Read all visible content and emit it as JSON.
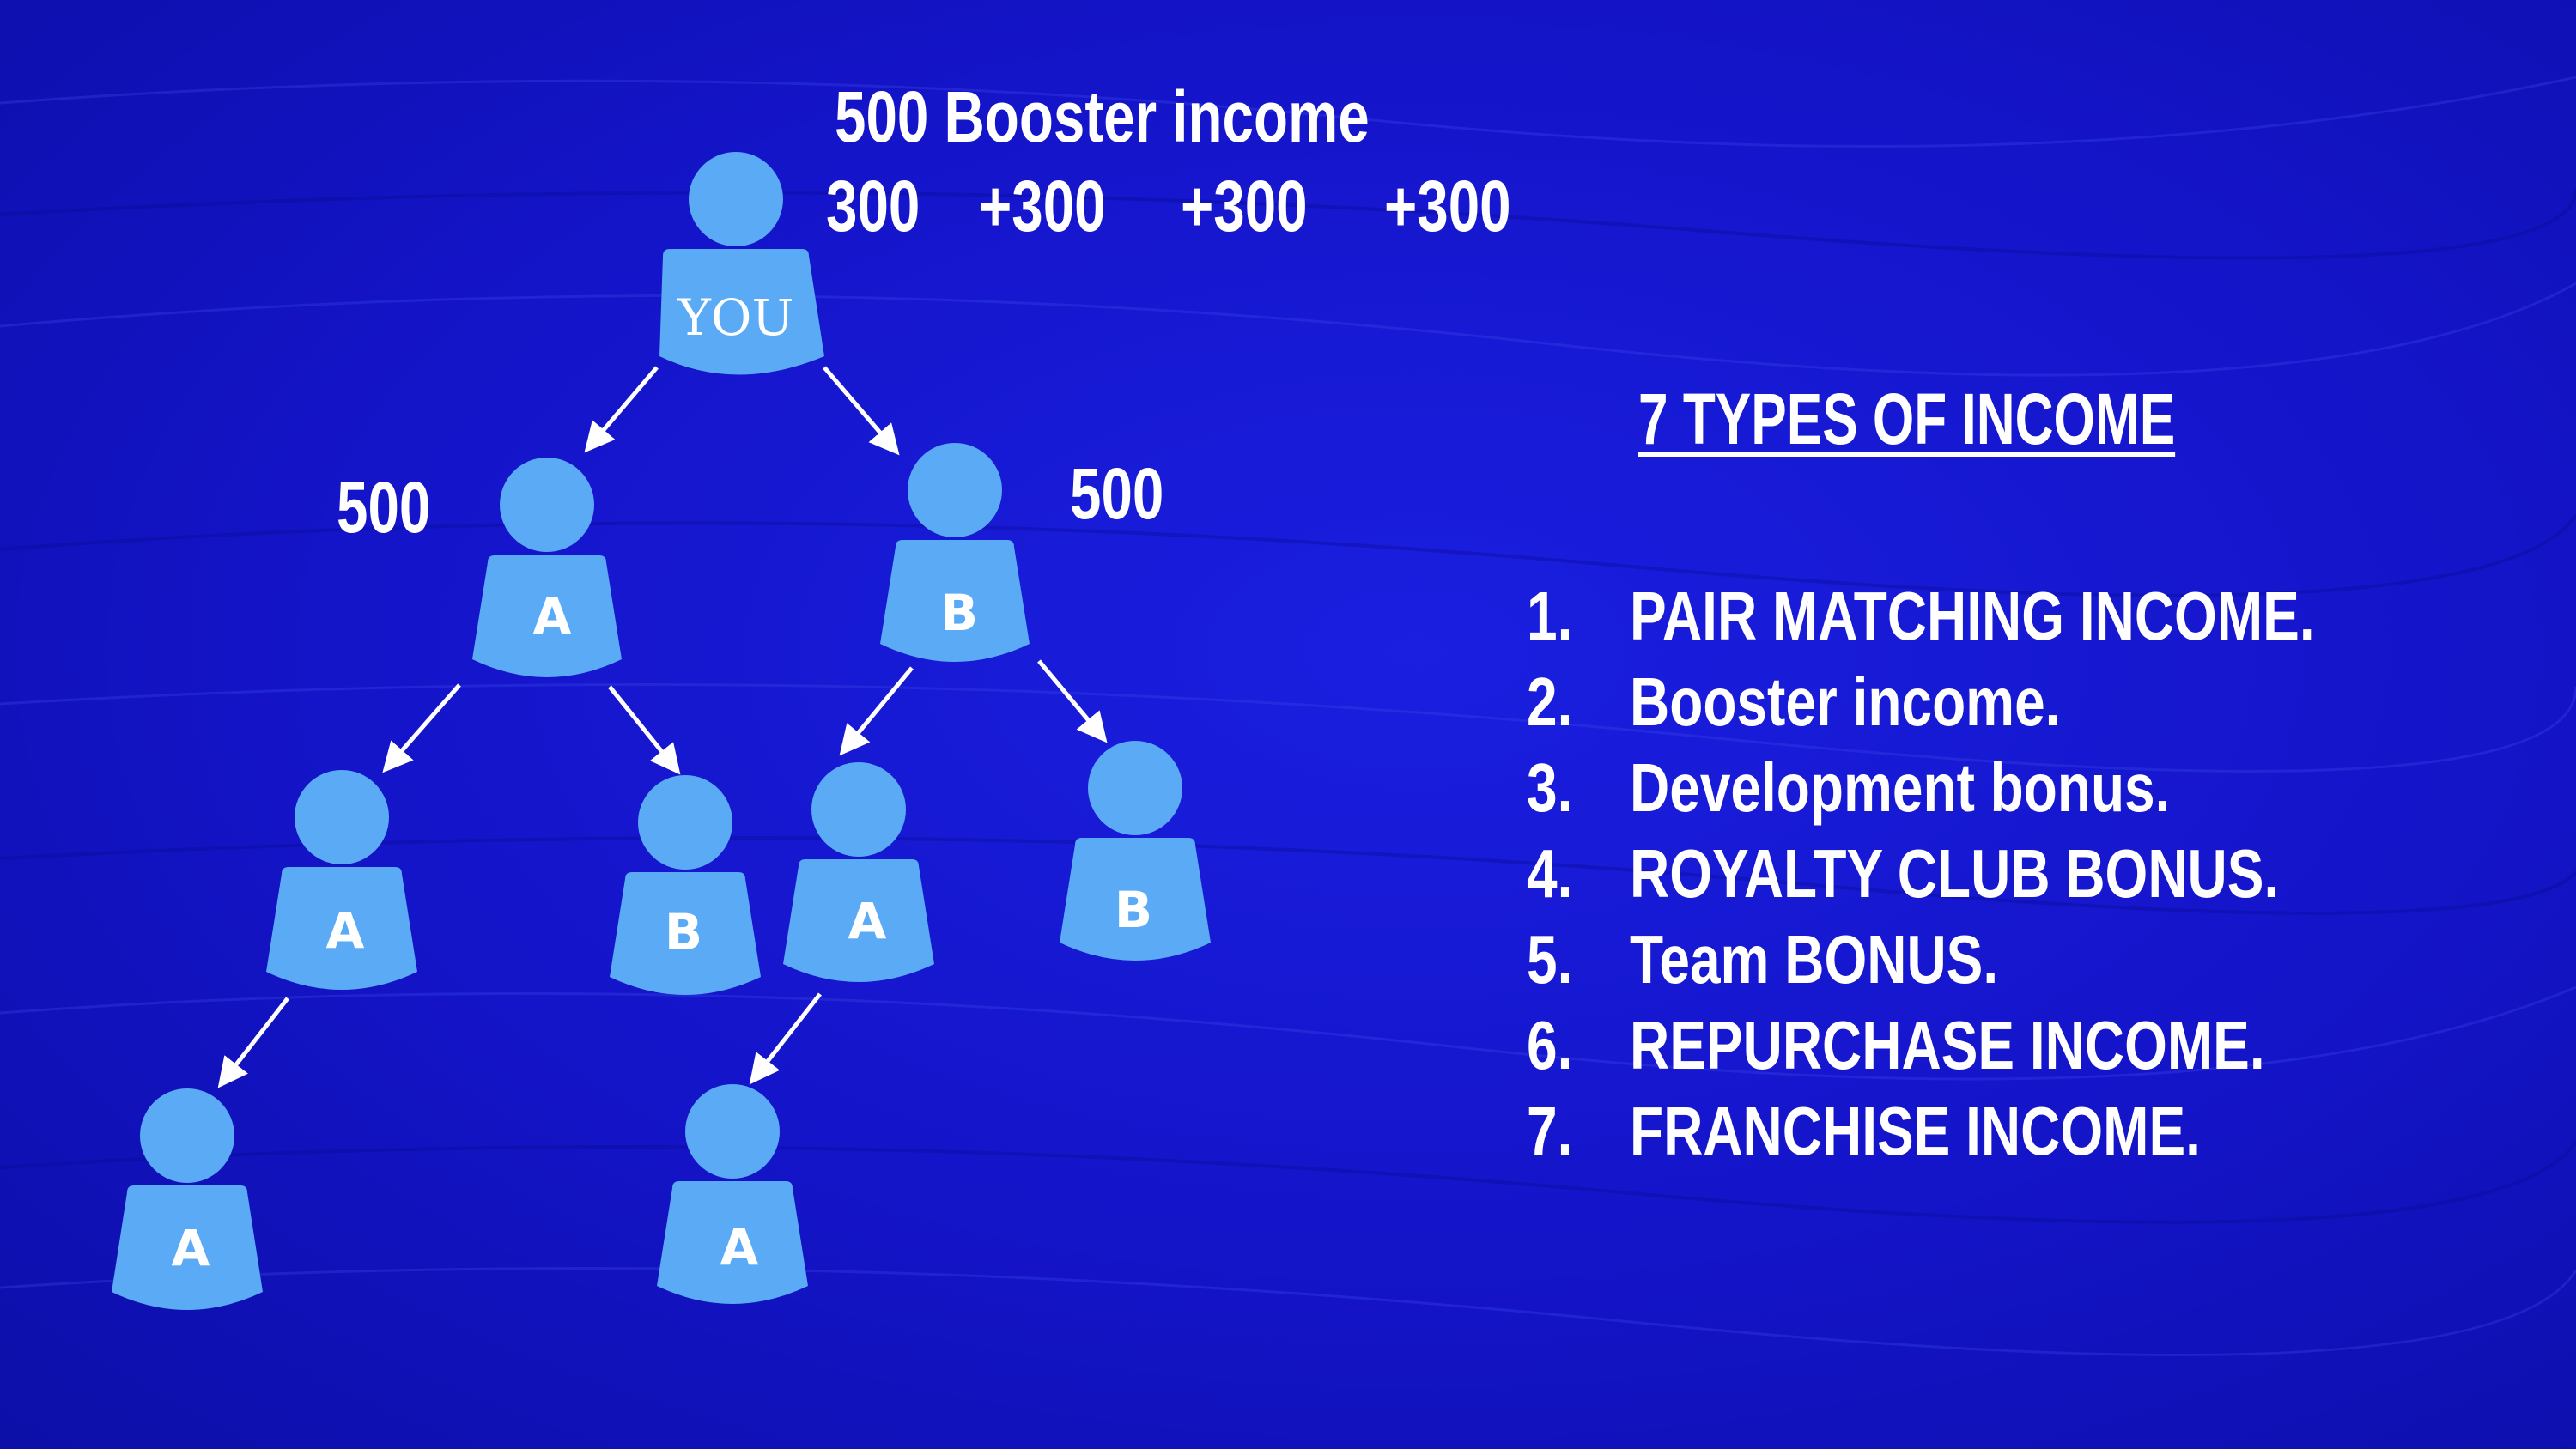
{
  "booster": {
    "title": "500 Booster income",
    "amounts": [
      "300",
      "+300",
      "+300",
      "+300"
    ]
  },
  "side_amounts": {
    "left": "500",
    "right": "500"
  },
  "tree": {
    "root_label": "YOU",
    "nodes": [
      "A",
      "B",
      "A",
      "B",
      "A",
      "B",
      "A",
      "A"
    ]
  },
  "income": {
    "title": "7 TYPES OF INCOME",
    "items": [
      {
        "num": "1.",
        "label": "PAIR MATCHING INCOME."
      },
      {
        "num": "2.",
        "label": "Booster income."
      },
      {
        "num": "3.",
        "label": "Development bonus."
      },
      {
        "num": "4.",
        "label": "ROYALTY CLUB BONUS."
      },
      {
        "num": "5.",
        "label": "Team BONUS."
      },
      {
        "num": "6.",
        "label": "REPURCHASE INCOME."
      },
      {
        "num": "7.",
        "label": "FRANCHISE INCOME."
      }
    ]
  },
  "colors": {
    "background": "#1414c8",
    "node": "#5aaaf5",
    "text": "#ffffff"
  }
}
